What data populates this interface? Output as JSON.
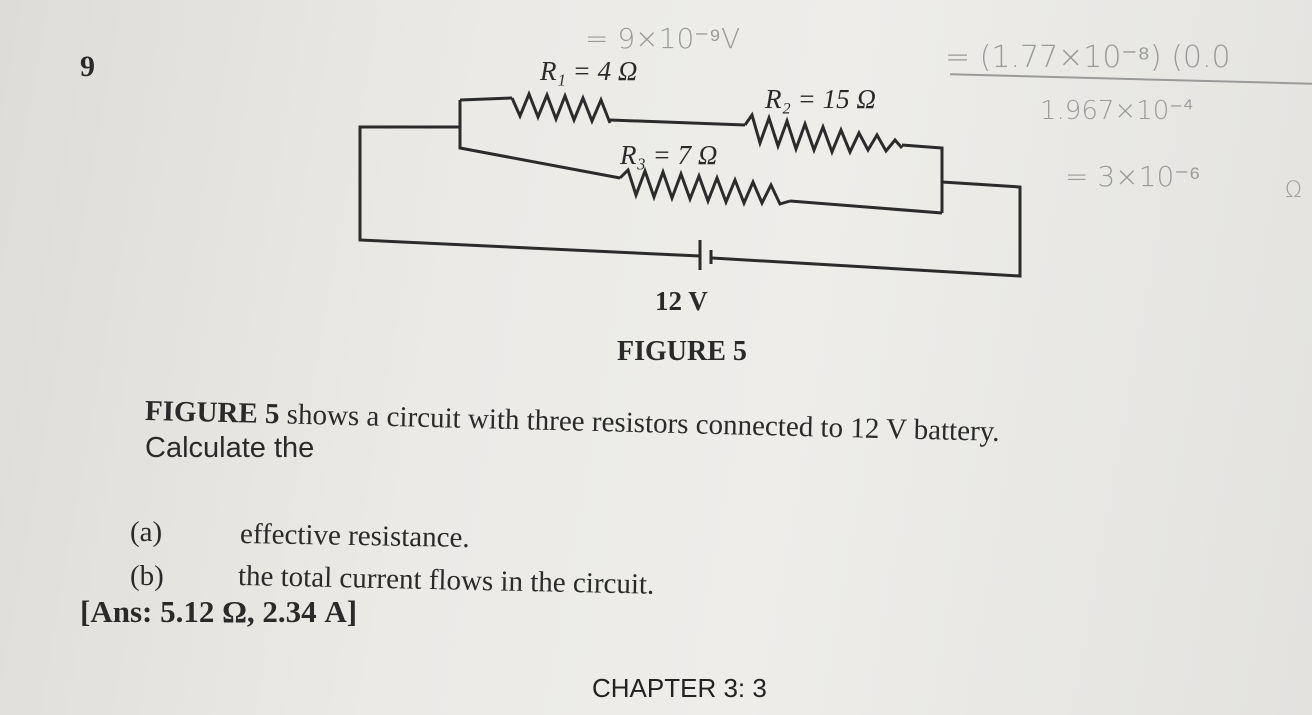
{
  "question_number": "9",
  "figure": {
    "r1_label": "R₁ = 4 Ω",
    "r2_label": "R₂ = 15 Ω",
    "r3_label": "R₃ = 7 Ω",
    "battery_label": "12 V",
    "caption": "FIGURE 5"
  },
  "question": {
    "figure_ref": "FIGURE 5",
    "text": " shows a circuit with three resistors connected to 12 V battery.",
    "prompt": "Calculate the",
    "parts": [
      {
        "label": "(a)",
        "text": "effective resistance."
      },
      {
        "label": "(b)",
        "text": "the total current flows in the circuit."
      }
    ],
    "answer": "[Ans: 5.12 Ω, 2.34 A]"
  },
  "footer": "CHAPTER 3: 3",
  "handwriting": {
    "line1": "= 9×10⁻⁹V",
    "numerator": "= (1.77×10⁻⁸) (0.0",
    "denominator": "1.967×10⁻⁴",
    "result": "= 3×10⁻⁶",
    "unit": "Ω"
  }
}
